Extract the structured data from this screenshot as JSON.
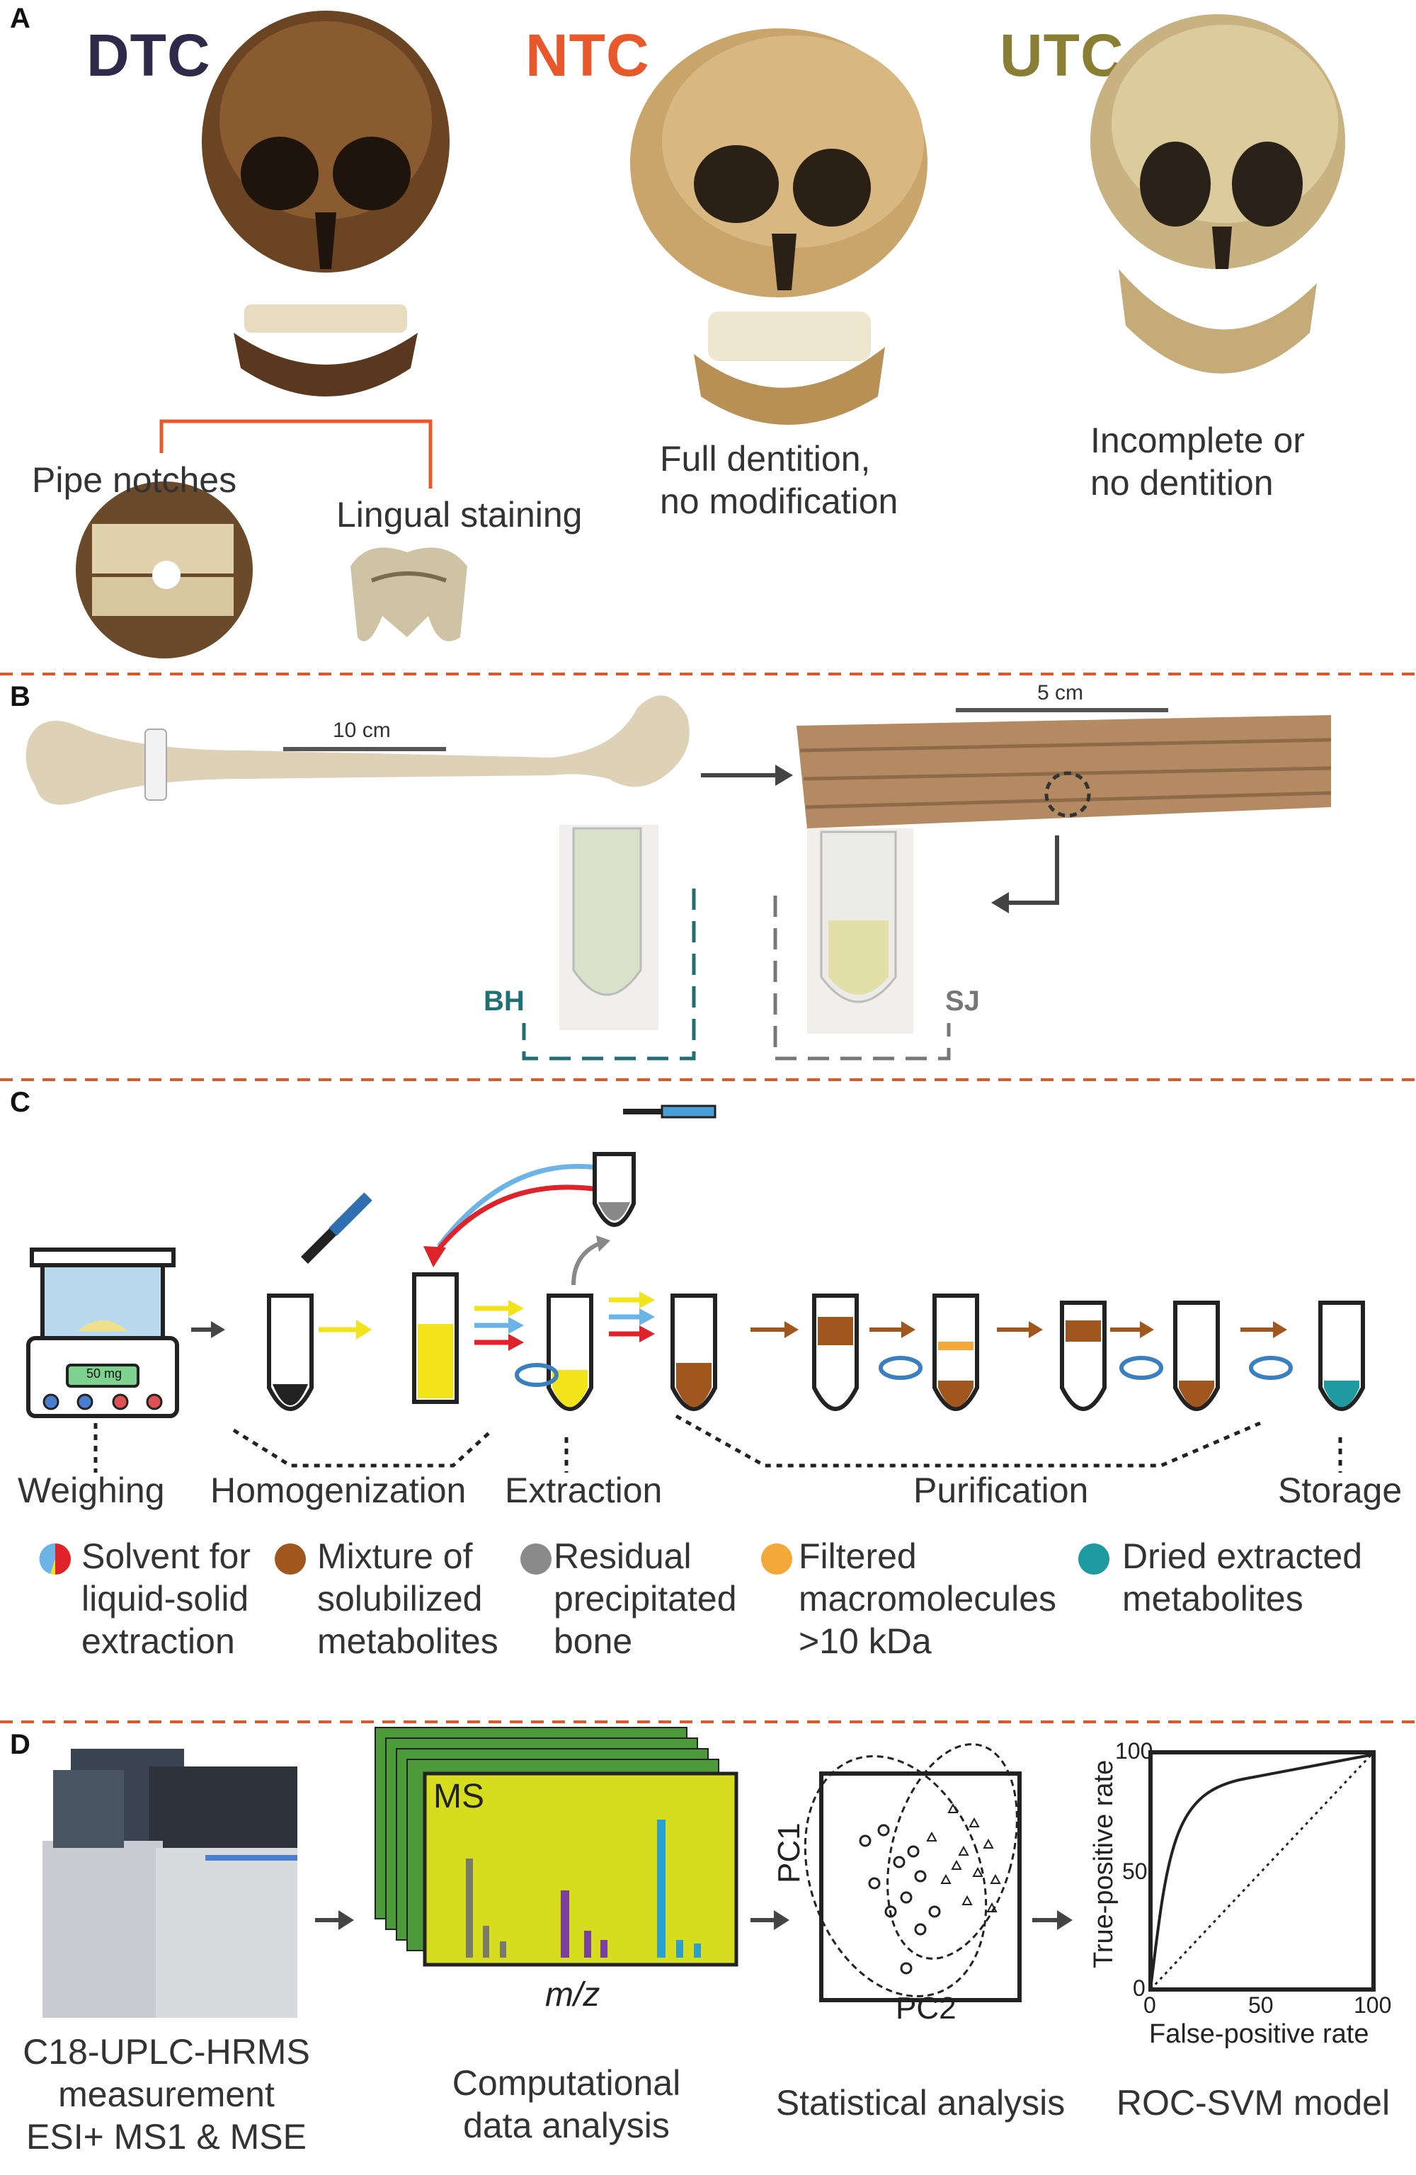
{
  "panel_labels": {
    "a": "A",
    "b": "B",
    "c": "C",
    "d": "D"
  },
  "panel_a": {
    "dtc": {
      "label": "DTC",
      "color": "#2f2a4a"
    },
    "ntc": {
      "label": "NTC",
      "color": "#e8582a"
    },
    "utc": {
      "label": "UTC",
      "color": "#8a7d34"
    },
    "pipe_notches": "Pipe notches",
    "lingual_staining": "Lingual staining",
    "ntc_desc_1": "Full dentition,",
    "ntc_desc_2": "no modification",
    "utc_desc_1": "Incomplete or",
    "utc_desc_2": "no dentition"
  },
  "panel_b": {
    "scale_10": "10 cm",
    "scale_5": "5 cm",
    "bh": "BH",
    "sj": "SJ"
  },
  "panel_c": {
    "balance_readout": "50 mg",
    "steps": {
      "weighing": "Weighing",
      "homogenization": "Homogenization",
      "extraction": "Extraction",
      "purification": "Purification",
      "storage": "Storage"
    },
    "legend": [
      {
        "l1": "Solvent for",
        "l2": "liquid-solid",
        "l3": "extraction",
        "color": "multi"
      },
      {
        "l1": "Mixture of",
        "l2": "solubilized",
        "l3": "metabolites",
        "color": "#a0561c"
      },
      {
        "l1": "Residual",
        "l2": "precipitated",
        "l3": "bone",
        "color": "#8a8a8a"
      },
      {
        "l1": "Filtered",
        "l2": "macromolecules",
        "l3": ">10 kDa",
        "color": "#f5a83a"
      },
      {
        "l1": "Dried extracted",
        "l2": "metabolites",
        "l3": "",
        "color": "#1f9aa0"
      }
    ]
  },
  "panel_d": {
    "ms_label": "MS",
    "mz_label": "m/z",
    "pc1": "PC1",
    "pc2": "PC2",
    "roc": {
      "ylabel": "True-positive rate",
      "xlabel": "False-positive rate",
      "ticks_y": [
        "100",
        "50",
        "0"
      ],
      "ticks_x": [
        "0",
        "50",
        "100"
      ]
    },
    "captions": {
      "instrument_1": "C18-UPLC-HRMS",
      "instrument_2": "measurement",
      "instrument_3": "ESI+ MS1 & MSE",
      "computational_1": "Computational",
      "computational_2": "data analysis",
      "statistical": "Statistical analysis",
      "roc_model": "ROC-SVM model"
    }
  }
}
